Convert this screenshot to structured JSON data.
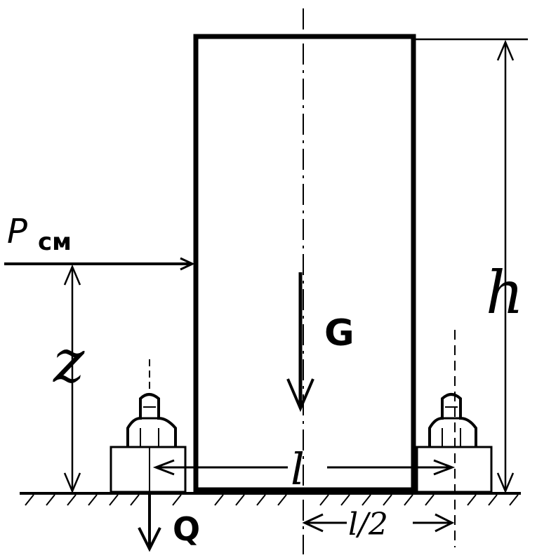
{
  "labels": {
    "force_p": "P",
    "force_p_sub": "см",
    "height": "h",
    "gravity": "G",
    "offset_z": "z",
    "width": "l",
    "half_width": "l/2",
    "bolt_force": "Q"
  },
  "colors": {
    "ink": "#000000",
    "paper": "#ffffff"
  }
}
